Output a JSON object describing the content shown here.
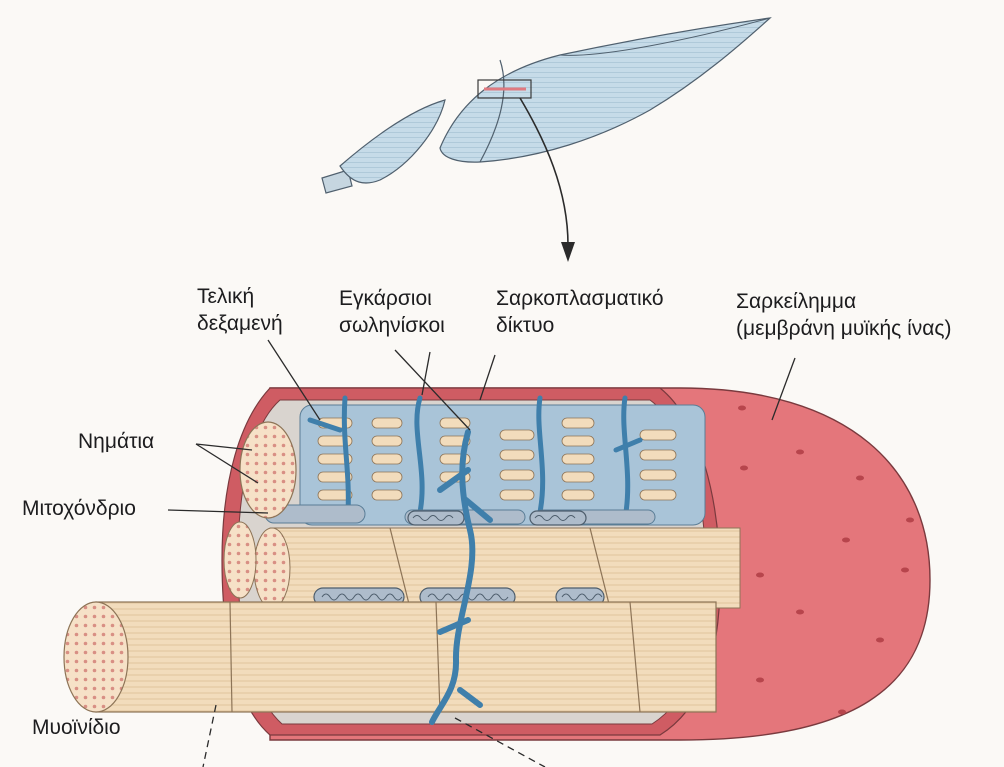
{
  "labels": {
    "terminal_cisterna": {
      "line1": "Τελική",
      "line2": "δεξαμενή"
    },
    "t_tubules": {
      "line1": "Εγκάρσιοι",
      "line2": "σωληνίσκοι"
    },
    "sarcoplasmic_reticulum": {
      "line1": "Σαρκοπλασματικό",
      "line2": "δίκτυο"
    },
    "sarcolemma": {
      "line1": "Σαρκείλημμα",
      "line2": "(μεμβράνη μυϊκής ίνας)"
    },
    "myofilaments": "Νημάτια",
    "mitochondrion": "Μιτοχόνδριο",
    "myofibril": "Μυοϊνίδιο"
  },
  "colors": {
    "sarcolemma": "#e4767b",
    "sarcolemma_inner": "#c9545b",
    "reticulum": "#a9c4d8",
    "t_tubule": "#4a8bb6",
    "myofibril": "#f2dcbc",
    "myofibril_stripe": "#d8b98e",
    "mitochondrion": "#aebccb",
    "muscle": "#c3d9e6"
  }
}
